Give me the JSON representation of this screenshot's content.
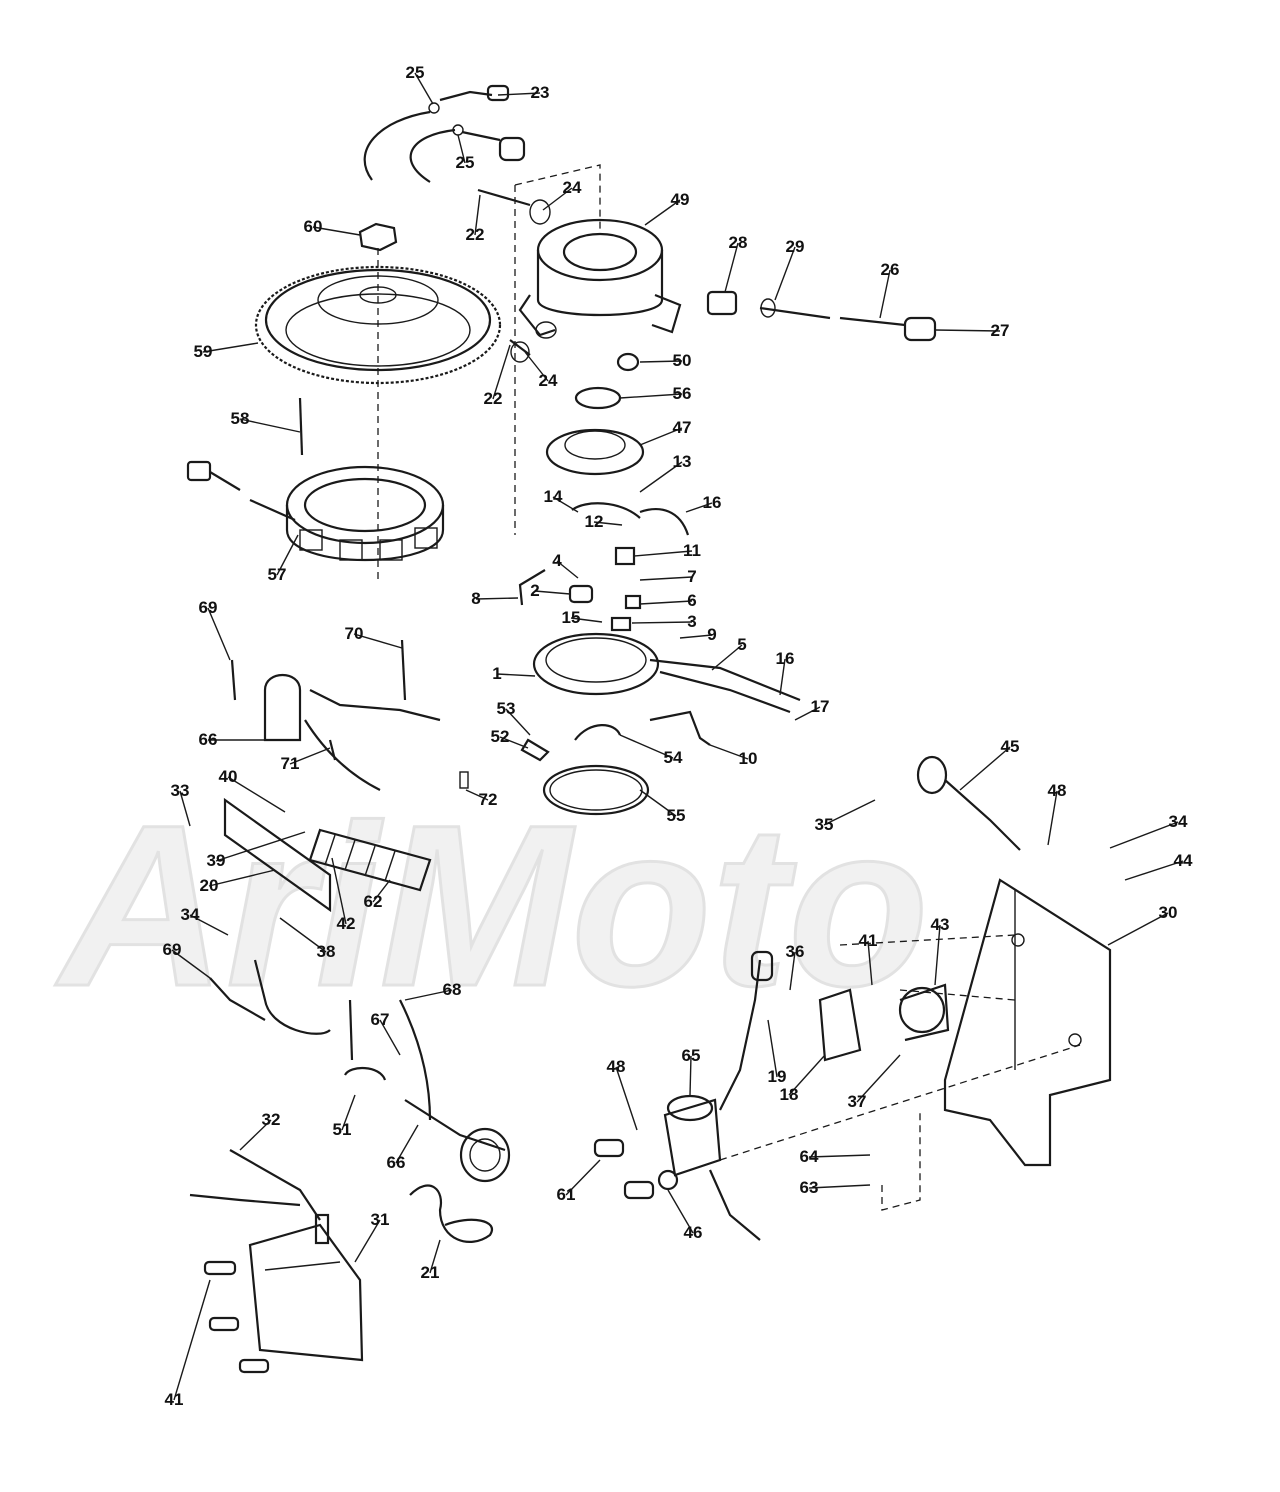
{
  "watermark": {
    "text": "AriMoto"
  },
  "callouts": [
    {
      "id": "c25a",
      "text": "25"
    },
    {
      "id": "c23",
      "text": "23"
    },
    {
      "id": "c25b",
      "text": "25"
    },
    {
      "id": "c24a",
      "text": "24"
    },
    {
      "id": "c22a",
      "text": "22"
    },
    {
      "id": "c49",
      "text": "49"
    },
    {
      "id": "c60",
      "text": "60"
    },
    {
      "id": "c28",
      "text": "28"
    },
    {
      "id": "c29",
      "text": "29"
    },
    {
      "id": "c26",
      "text": "26"
    },
    {
      "id": "c27",
      "text": "27"
    },
    {
      "id": "c59",
      "text": "59"
    },
    {
      "id": "c50",
      "text": "50"
    },
    {
      "id": "c22b",
      "text": "22"
    },
    {
      "id": "c24b",
      "text": "24"
    },
    {
      "id": "c56",
      "text": "56"
    },
    {
      "id": "c58",
      "text": "58"
    },
    {
      "id": "c47",
      "text": "47"
    },
    {
      "id": "c13",
      "text": "13"
    },
    {
      "id": "c14",
      "text": "14"
    },
    {
      "id": "c16a",
      "text": "16"
    },
    {
      "id": "c12",
      "text": "12"
    },
    {
      "id": "c4",
      "text": "4"
    },
    {
      "id": "c11",
      "text": "11"
    },
    {
      "id": "c57",
      "text": "57"
    },
    {
      "id": "c7",
      "text": "7"
    },
    {
      "id": "c8",
      "text": "8"
    },
    {
      "id": "c2",
      "text": "2"
    },
    {
      "id": "c6",
      "text": "6"
    },
    {
      "id": "c69a",
      "text": "69"
    },
    {
      "id": "c15",
      "text": "15"
    },
    {
      "id": "c3",
      "text": "3"
    },
    {
      "id": "c70",
      "text": "70"
    },
    {
      "id": "c9",
      "text": "9"
    },
    {
      "id": "c5",
      "text": "5"
    },
    {
      "id": "c16b",
      "text": "16"
    },
    {
      "id": "c1",
      "text": "1"
    },
    {
      "id": "c53",
      "text": "53"
    },
    {
      "id": "c17",
      "text": "17"
    },
    {
      "id": "c66a",
      "text": "66"
    },
    {
      "id": "c52",
      "text": "52"
    },
    {
      "id": "c45",
      "text": "45"
    },
    {
      "id": "c71",
      "text": "71"
    },
    {
      "id": "c54",
      "text": "54"
    },
    {
      "id": "c10",
      "text": "10"
    },
    {
      "id": "c33",
      "text": "33"
    },
    {
      "id": "c40",
      "text": "40"
    },
    {
      "id": "c72",
      "text": "72"
    },
    {
      "id": "c48a",
      "text": "48"
    },
    {
      "id": "c55",
      "text": "55"
    },
    {
      "id": "c35",
      "text": "35"
    },
    {
      "id": "c34a",
      "text": "34"
    },
    {
      "id": "c39",
      "text": "39"
    },
    {
      "id": "c44",
      "text": "44"
    },
    {
      "id": "c20",
      "text": "20"
    },
    {
      "id": "c62",
      "text": "62"
    },
    {
      "id": "c42",
      "text": "42"
    },
    {
      "id": "c30",
      "text": "30"
    },
    {
      "id": "c34b",
      "text": "34"
    },
    {
      "id": "c43",
      "text": "43"
    },
    {
      "id": "c38",
      "text": "38"
    },
    {
      "id": "c69b",
      "text": "69"
    },
    {
      "id": "c36",
      "text": "36"
    },
    {
      "id": "c41a",
      "text": "41"
    },
    {
      "id": "c68",
      "text": "68"
    },
    {
      "id": "c67",
      "text": "67"
    },
    {
      "id": "c19",
      "text": "19"
    },
    {
      "id": "c65",
      "text": "65"
    },
    {
      "id": "c48b",
      "text": "48"
    },
    {
      "id": "c18",
      "text": "18"
    },
    {
      "id": "c37",
      "text": "37"
    },
    {
      "id": "c51",
      "text": "51"
    },
    {
      "id": "c66b",
      "text": "66"
    },
    {
      "id": "c32",
      "text": "32"
    },
    {
      "id": "c64",
      "text": "64"
    },
    {
      "id": "c61",
      "text": "61"
    },
    {
      "id": "c63",
      "text": "63"
    },
    {
      "id": "c46",
      "text": "46"
    },
    {
      "id": "c31",
      "text": "31"
    },
    {
      "id": "c21",
      "text": "21"
    },
    {
      "id": "c41b",
      "text": "41"
    }
  ]
}
